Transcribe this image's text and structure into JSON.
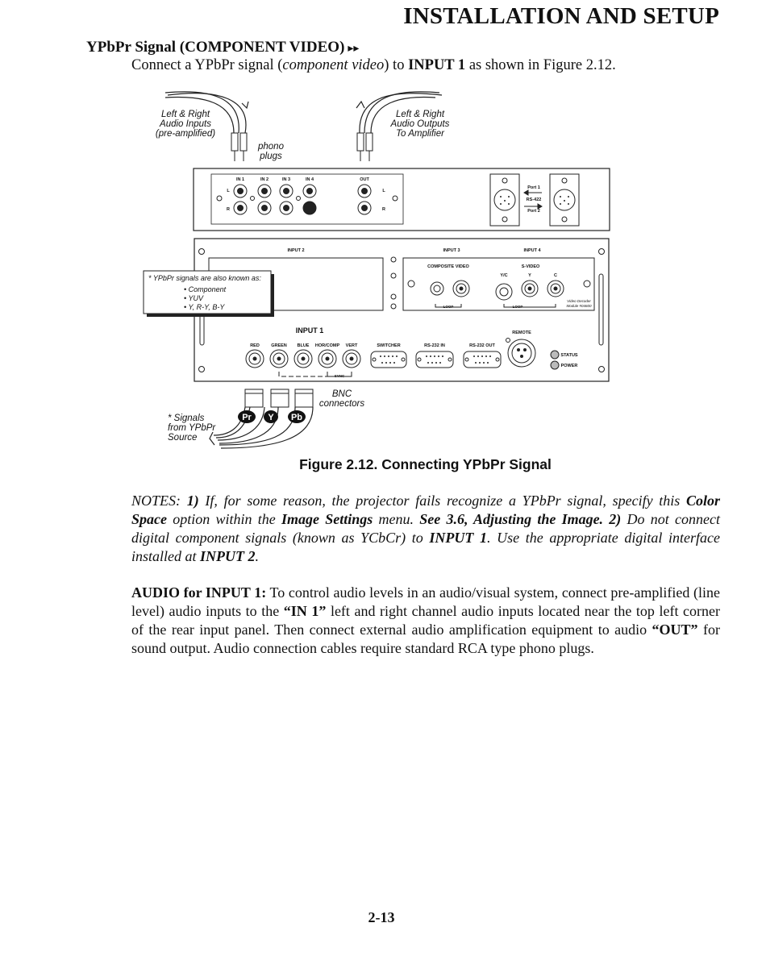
{
  "header": "INSTALLATION AND SETUP",
  "section_title": "YPbPr Signal (COMPONENT VIDEO)",
  "section_arrows": "▸▸",
  "intro": {
    "t1": "Connect a YPbPr signal (",
    "t2": "component video",
    "t3": ") to ",
    "t4": "INPUT 1",
    "t5": " as shown in Figure 2.12."
  },
  "figure": {
    "caption": "Figure 2.12. Connecting YPbPr Signal",
    "audio_in_label": [
      "Left & Right",
      "Audio Inputs",
      "(pre-amplified)"
    ],
    "audio_out_label": [
      "Left & Right",
      "Audio Outputs",
      "To Amplifier"
    ],
    "phono_label": [
      "phono",
      "plugs"
    ],
    "audio_ports": [
      "IN 1",
      "IN 2",
      "IN 3",
      "IN 4",
      "OUT"
    ],
    "lr": [
      "L",
      "R"
    ],
    "port1": "Port 1",
    "rs422": "RS-422",
    "port2": "Port 2",
    "input2": "INPUT 2",
    "input3": "INPUT 3",
    "input4": "INPUT 4",
    "composite_video": "COMPOSITE VIDEO",
    "svideo": "S-VIDEO",
    "svideo_ports": [
      "Y/C",
      "Y",
      "C"
    ],
    "loop": "LOOP",
    "decoder": [
      "Video Decoder",
      "Module #04600"
    ],
    "ypbpr_box": {
      "title": "* YPbPr signals are also known as:",
      "items": [
        "• Component",
        "• YUV",
        "• Y, R-Y, B-Y"
      ]
    },
    "input1": "INPUT 1",
    "input1_ports": [
      "RED",
      "GREEN",
      "BLUE",
      "HOR/COMP",
      "VERT"
    ],
    "switcher": "SWITCHER",
    "rs232_in": "RS-232 IN",
    "rs232_out": "RS-232 OUT",
    "remote": "REMOTE",
    "status": "STATUS",
    "power": "POWER",
    "sync": "SYNC",
    "bnc_label": [
      "BNC",
      "connectors"
    ],
    "signals_label": [
      "* Signals",
      "from YPbPr",
      "Source"
    ],
    "plug_labels": [
      "Pr",
      "Y",
      "Pb"
    ]
  },
  "notes": {
    "n1": "NOTES: ",
    "n2": "1)",
    "n3": " If, for some reason, the projector fails recognize a YPbPr signal, specify this ",
    "n4": "Color Space",
    "n5": " option within the ",
    "n6": "Image Settings",
    "n7": " menu. ",
    "n8": "See 3.6, Adjusting the Image. 2)",
    "n9": " Do not connect digital component signals (known as YCbCr) to ",
    "n10": "INPUT 1",
    "n11": ". Use the appropriate digital interface installed at ",
    "n12": "INPUT 2",
    "n13": "."
  },
  "audio": {
    "a1": "AUDIO for INPUT 1:",
    "a2": " To control audio levels in an audio/visual system, connect pre-amplified (line level) audio inputs to the ",
    "a3": "“IN 1”",
    "a4": " left and right channel audio inputs located near the top left corner of the rear input panel. Then connect external audio amplification equipment to audio ",
    "a5": "“OUT”",
    "a6": " for sound output. Audio connection cables require standard RCA type phono plugs."
  },
  "page_number": "2-13"
}
